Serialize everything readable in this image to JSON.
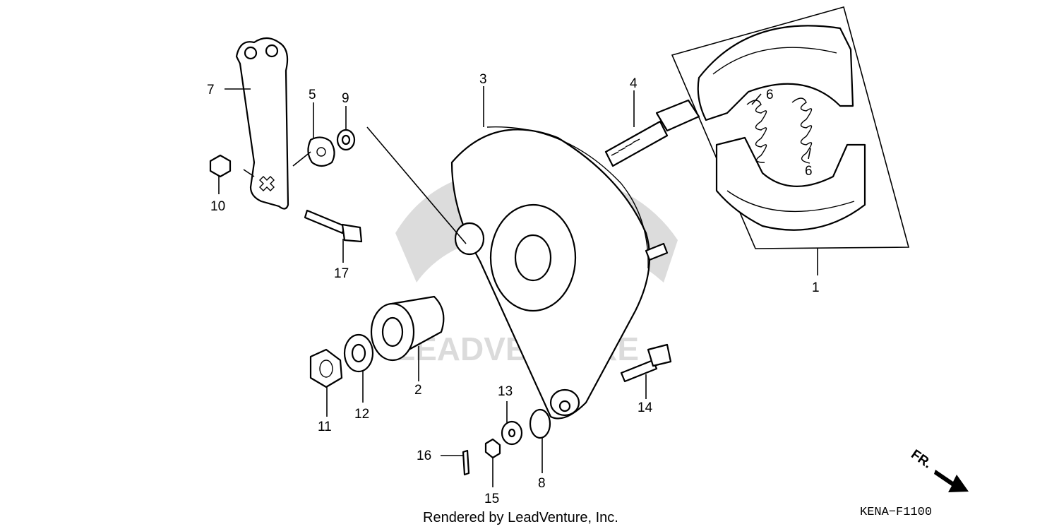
{
  "diagram": {
    "code": "KENA−F1100",
    "credit": "Rendered by LeadVenture, Inc.",
    "direction_label": "FR.",
    "watermark_text": "LEADVENTURE",
    "callouts": [
      {
        "id": "c1",
        "text": "1"
      },
      {
        "id": "c2",
        "text": "2"
      },
      {
        "id": "c3",
        "text": "3"
      },
      {
        "id": "c4",
        "text": "4"
      },
      {
        "id": "c5",
        "text": "5"
      },
      {
        "id": "c6a",
        "text": "6"
      },
      {
        "id": "c6b",
        "text": "6"
      },
      {
        "id": "c7",
        "text": "7"
      },
      {
        "id": "c8",
        "text": "8"
      },
      {
        "id": "c9",
        "text": "9"
      },
      {
        "id": "c10",
        "text": "10"
      },
      {
        "id": "c11",
        "text": "11"
      },
      {
        "id": "c12",
        "text": "12"
      },
      {
        "id": "c13",
        "text": "13"
      },
      {
        "id": "c14",
        "text": "14"
      },
      {
        "id": "c15",
        "text": "15"
      },
      {
        "id": "c16",
        "text": "16"
      },
      {
        "id": "c17",
        "text": "17"
      }
    ]
  }
}
